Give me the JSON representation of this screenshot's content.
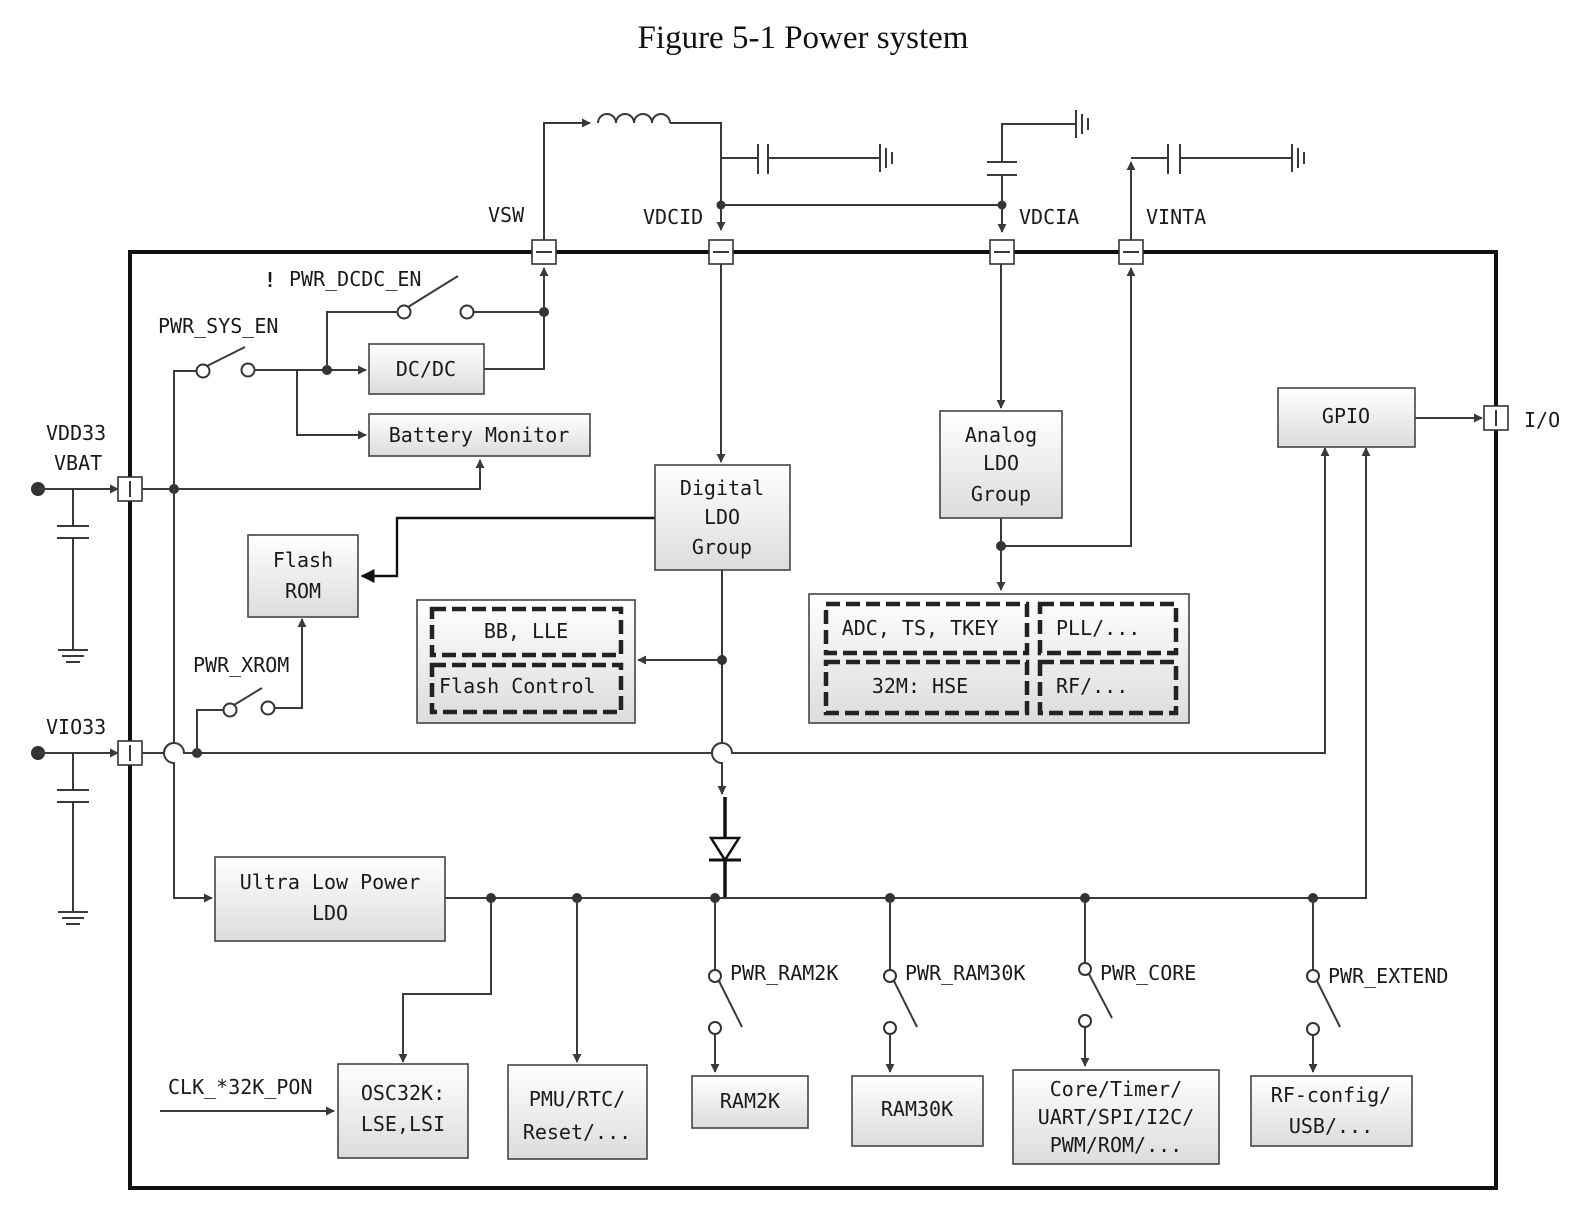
{
  "figure": {
    "title": "Figure 5-1 Power system"
  },
  "pins": {
    "vsw": "VSW",
    "vdcid": "VDCID",
    "vdcia": "VDCIA",
    "vinta": "VINTA",
    "vdd33": "VDD33",
    "vbat": "VBAT",
    "vio33": "VIO33",
    "io": "I/O"
  },
  "switches": {
    "pwr_dcdc_en": "PWR_DCDC_EN",
    "pwr_dcdc_en_mark": "!",
    "pwr_sys_en": "PWR_SYS_EN",
    "pwr_xrom": "PWR_XROM",
    "pwr_ram2k": "PWR_RAM2K",
    "pwr_ram30k": "PWR_RAM30K",
    "pwr_core": "PWR_CORE",
    "pwr_extend": "PWR_EXTEND"
  },
  "signals": {
    "clk32k_pon": "CLK_*32K_PON"
  },
  "blocks": {
    "dcdc": "DC/DC",
    "battery_monitor": "Battery Monitor",
    "flash_rom": [
      "Flash",
      "ROM"
    ],
    "digital_ldo": [
      "Digital",
      "LDO",
      "Group"
    ],
    "analog_ldo": [
      "Analog",
      "LDO",
      "Group"
    ],
    "gpio": "GPIO",
    "bb_lle": "BB, LLE",
    "flash_control": "Flash Control",
    "adc_ts_tkey": "ADC, TS, TKEY",
    "pll": "PLL/...",
    "hse": "32M: HSE",
    "rf": "RF/...",
    "ulp_ldo": [
      "Ultra Low Power",
      "LDO"
    ],
    "osc32k": [
      "OSC32K:",
      "LSE,LSI"
    ],
    "pmu_rtc": [
      "PMU/RTC/",
      "Reset/..."
    ],
    "ram2k": "RAM2K",
    "ram30k": "RAM30K",
    "core": [
      "Core/Timer/",
      "UART/SPI/I2C/",
      "PWM/ROM/..."
    ],
    "rf_config": [
      "RF-config/",
      "USB/..."
    ]
  }
}
